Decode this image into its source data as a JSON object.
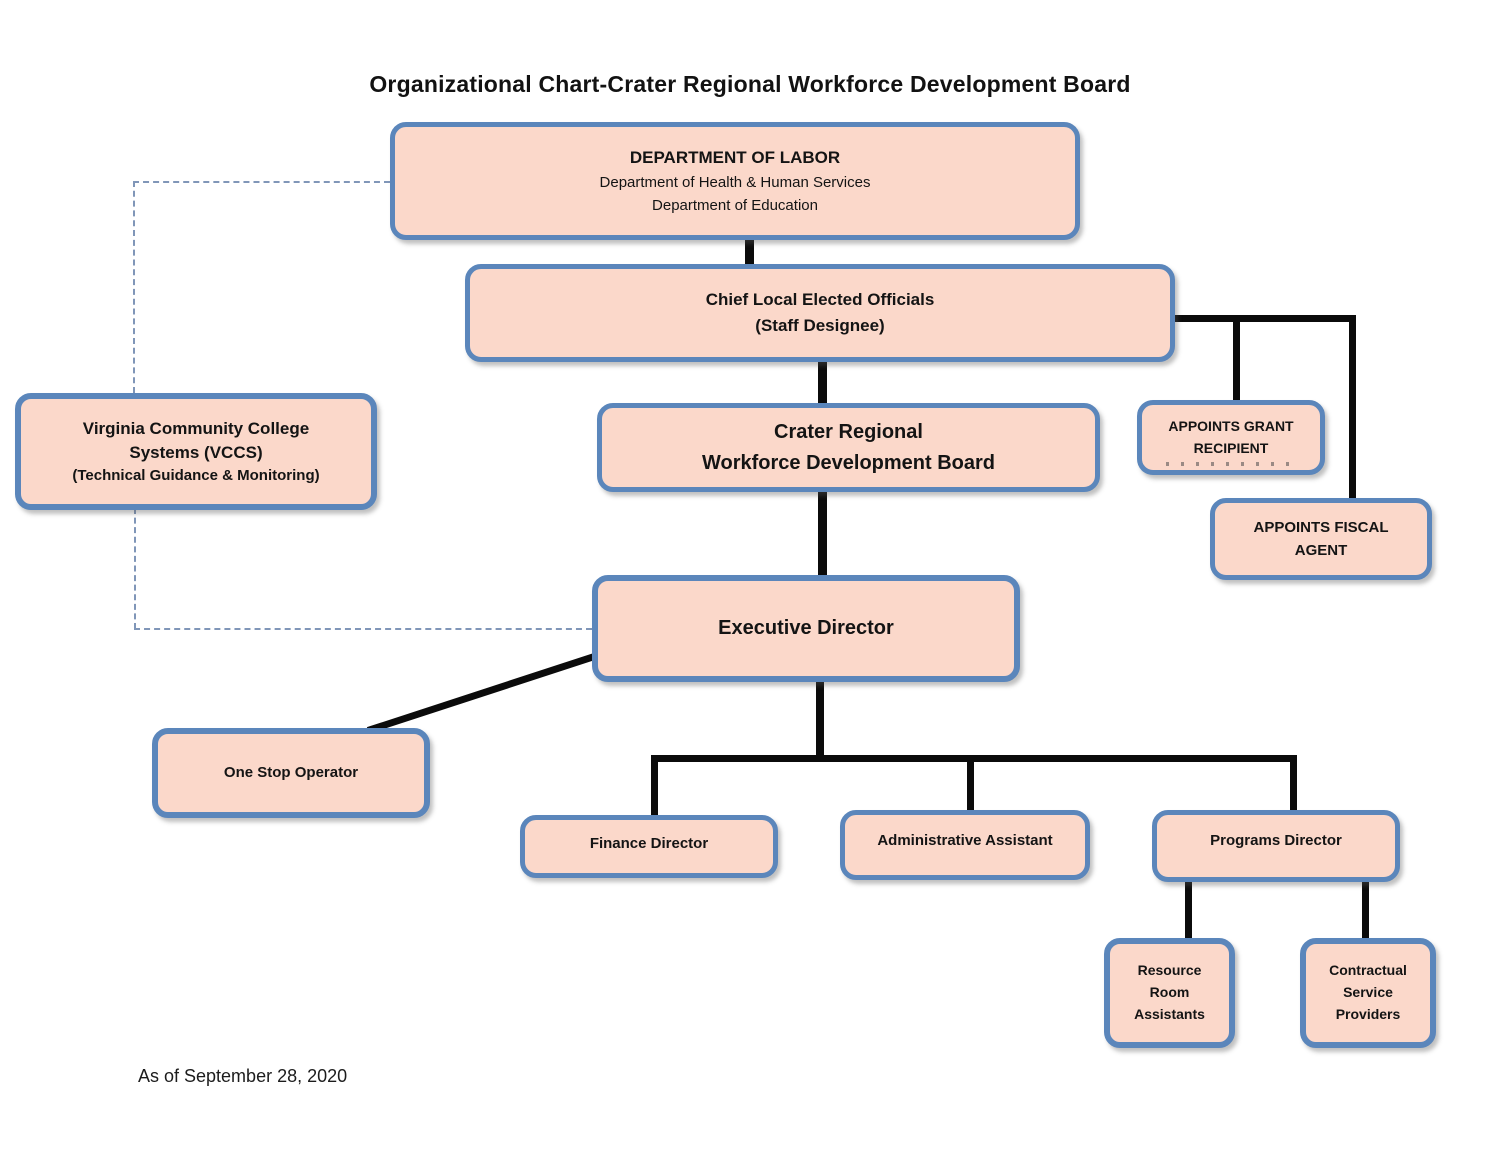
{
  "page": {
    "title": "Organizational Chart-Crater Regional Workforce Development Board",
    "footer": "As of September 28, 2020"
  },
  "colors": {
    "box_fill": "#fbd8ca",
    "box_border": "#5b86bb",
    "connector_black": "#0b0b0b",
    "dashed_line_blue": "#8096b8"
  },
  "nodes": {
    "department_of_labor": {
      "lines": [
        "DEPARTMENT OF LABOR",
        "Department of Health & Human Services",
        "Department of Education"
      ]
    },
    "chief_local_elected_officials": {
      "lines": [
        "Chief Local Elected Officials",
        "(Staff Designee)"
      ]
    },
    "vccs": {
      "lines": [
        "Virginia Community College",
        "Systems  (VCCS)",
        "(Technical Guidance & Monitoring)"
      ]
    },
    "crater_regional_wdb": {
      "lines": [
        "Crater Regional",
        "Workforce Development Board"
      ]
    },
    "appoints_grant_recipient": {
      "lines": [
        "APPOINTS GRANT",
        "RECIPIENT"
      ]
    },
    "appoints_fiscal_agent": {
      "lines": [
        "APPOINTS FISCAL",
        "AGENT"
      ]
    },
    "executive_director": {
      "lines": [
        "Executive Director"
      ]
    },
    "one_stop_operator": {
      "lines": [
        "One Stop Operator"
      ]
    },
    "finance_director": {
      "lines": [
        "Finance Director"
      ]
    },
    "administrative_assistant": {
      "lines": [
        "Administrative Assistant"
      ]
    },
    "programs_director": {
      "lines": [
        "Programs Director"
      ]
    },
    "resource_room_assistants": {
      "lines": [
        "Resource",
        "Room",
        "Assistants"
      ]
    },
    "contractual_service_providers": {
      "lines": [
        "Contractual",
        "Service",
        "Providers"
      ]
    }
  }
}
